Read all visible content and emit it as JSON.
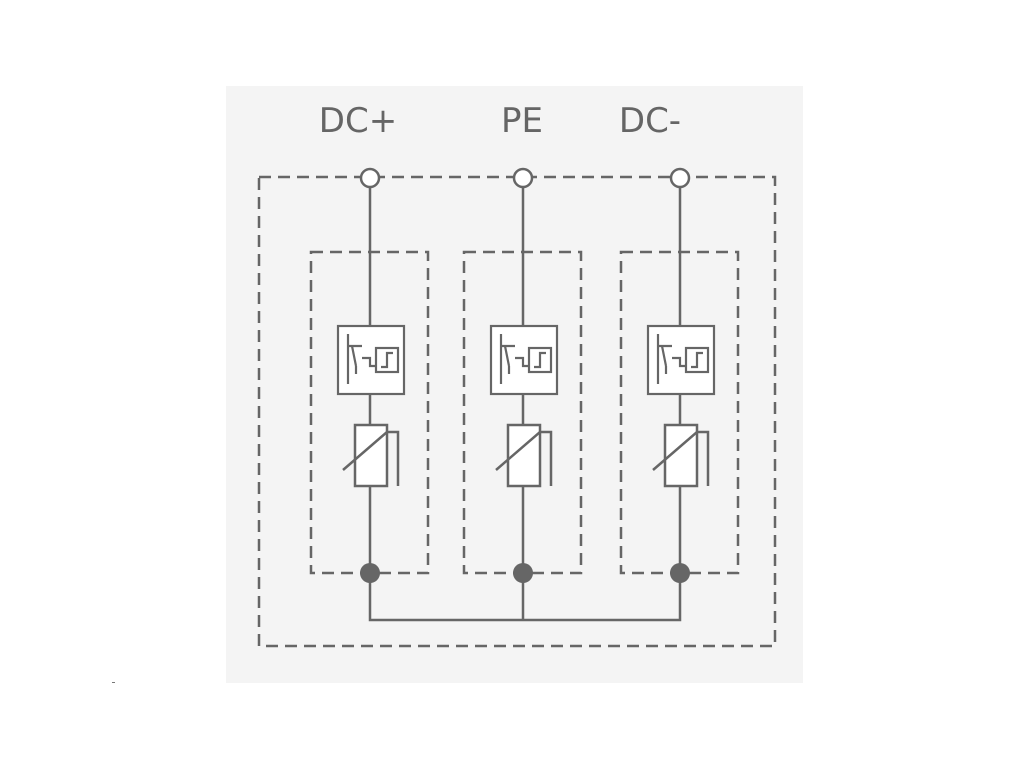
{
  "terminals": {
    "dc_plus": "DC+",
    "pe": "PE",
    "dc_minus": "DC-"
  },
  "colors": {
    "line": "#666666",
    "panel_background": "#f4f4f4",
    "node_fill": "#666666",
    "terminal_fill": "#ffffff"
  },
  "components": {
    "per_branch": [
      "thermal-disconnector-icon",
      "varistor-icon"
    ],
    "branch_count": 3
  }
}
